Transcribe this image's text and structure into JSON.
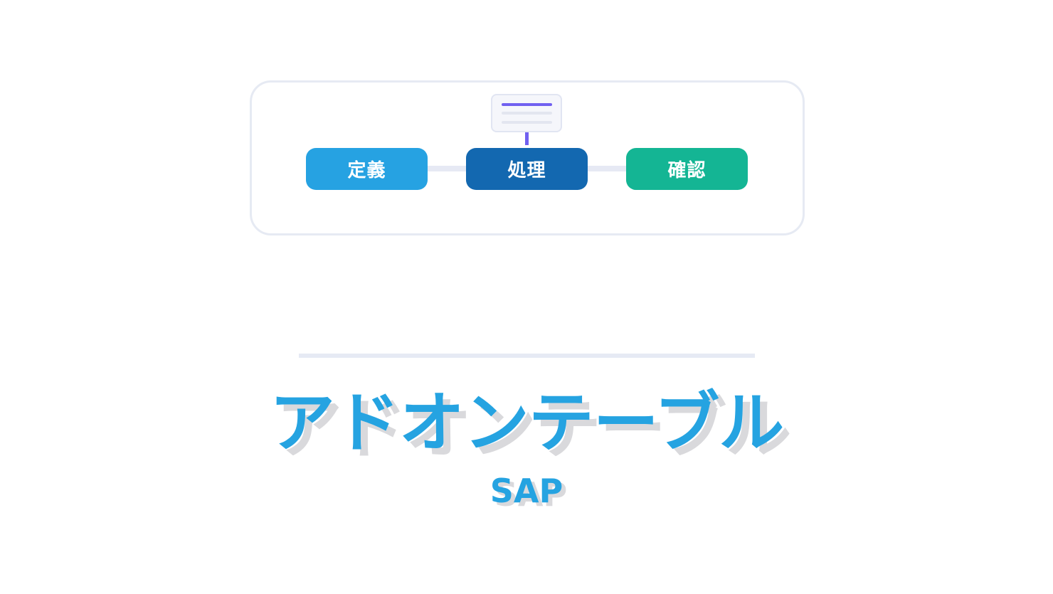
{
  "flow": {
    "steps": [
      {
        "label": "定義",
        "color": "#26a2e2"
      },
      {
        "label": "処理",
        "color": "#1368b0"
      },
      {
        "label": "確認",
        "color": "#14b594"
      }
    ],
    "doc_icon": {
      "name": "document-icon",
      "accent_color": "#7060f0"
    }
  },
  "title": "アドオンテーブル",
  "subtitle": "SAP",
  "colors": {
    "title": "#25a3e1",
    "shadow": "#d9d9dc",
    "border": "#e6eaf3"
  }
}
